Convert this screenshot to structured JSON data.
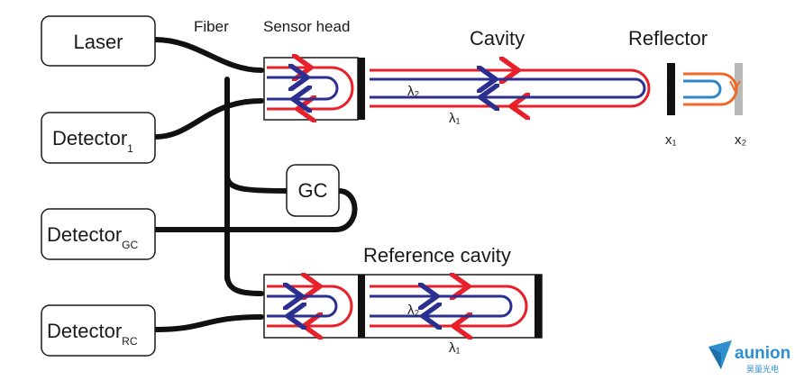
{
  "boxes": {
    "laser": "Laser",
    "detector1": "Detector",
    "detector1_sub": "1",
    "detector_gc": "Detector",
    "detector_gc_sub": "GC",
    "detector_rc": "Detector",
    "detector_rc_sub": "RC",
    "gc": "GC"
  },
  "labels": {
    "fiber": "Fiber",
    "sensor_head": "Sensor head",
    "cavity": "Cavity",
    "reflector": "Reflector",
    "reference_cavity": "Reference cavity",
    "lambda2_top": "λ₂",
    "lambda1_top": "λ₁",
    "lambda2_bottom": "λ₂",
    "lambda1_bottom": "λ₁",
    "x1": "x₁",
    "x2": "x₂"
  },
  "logo": {
    "name": "aunion",
    "subtitle": "昊量光电"
  },
  "colors": {
    "red": "#e8202a",
    "blue": "#2b2f8f",
    "orange": "#ee6a2a",
    "light_blue": "#2e86c8",
    "logo": "#2f8fcf"
  }
}
